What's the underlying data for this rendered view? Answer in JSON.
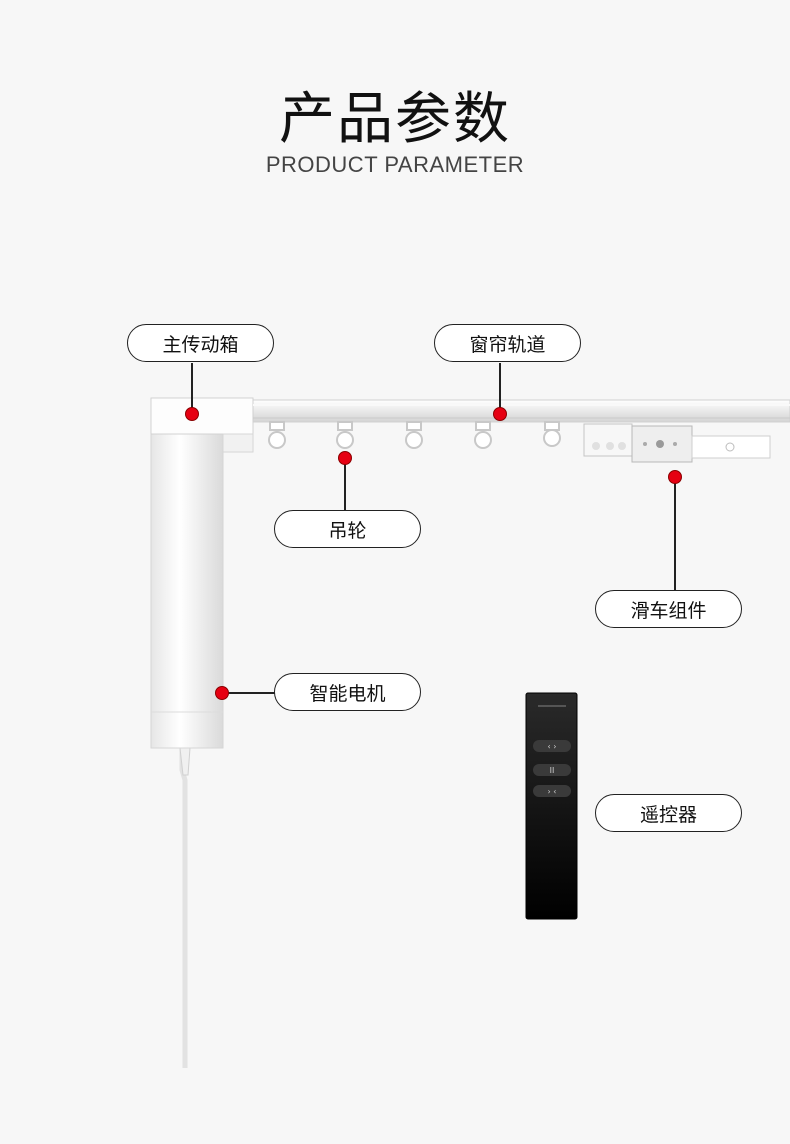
{
  "header": {
    "title": "产品参数",
    "subtitle": "PRODUCT PARAMETER"
  },
  "labels": {
    "gearbox": "主传动箱",
    "track": "窗帘轨道",
    "hook_wheel": "吊轮",
    "pulley": "滑车组件",
    "motor": "智能电机",
    "remote": "遥控器"
  },
  "colors": {
    "background": "#f7f7f7",
    "marker": "#e60012",
    "remote_body": "#111111"
  },
  "icons": {
    "remote_open": "chevron-left-right",
    "remote_pause": "pause",
    "remote_close": "chevron-inward"
  }
}
